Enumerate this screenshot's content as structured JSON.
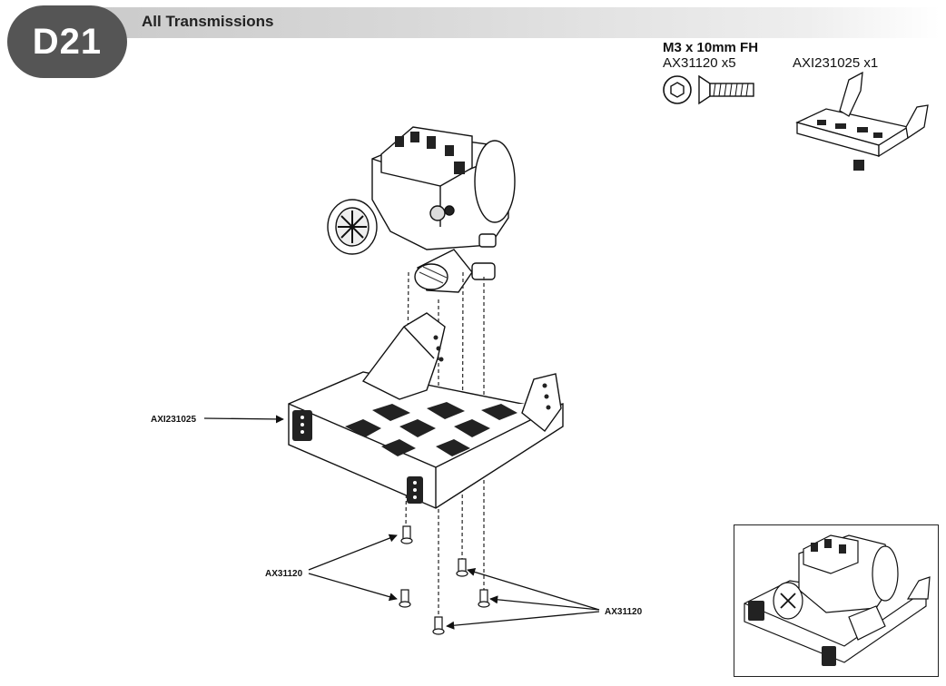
{
  "header": {
    "step": "D21",
    "title": "All Transmissions"
  },
  "parts": {
    "screw_spec": "M3 x 10mm FH",
    "screw_part": "AX31120 x5",
    "chassis_part": "AXI231025 x1"
  },
  "callouts": {
    "chassis_label": "AXI231025",
    "screw_label_left": "AX31120",
    "screw_label_right": "AX31120"
  }
}
